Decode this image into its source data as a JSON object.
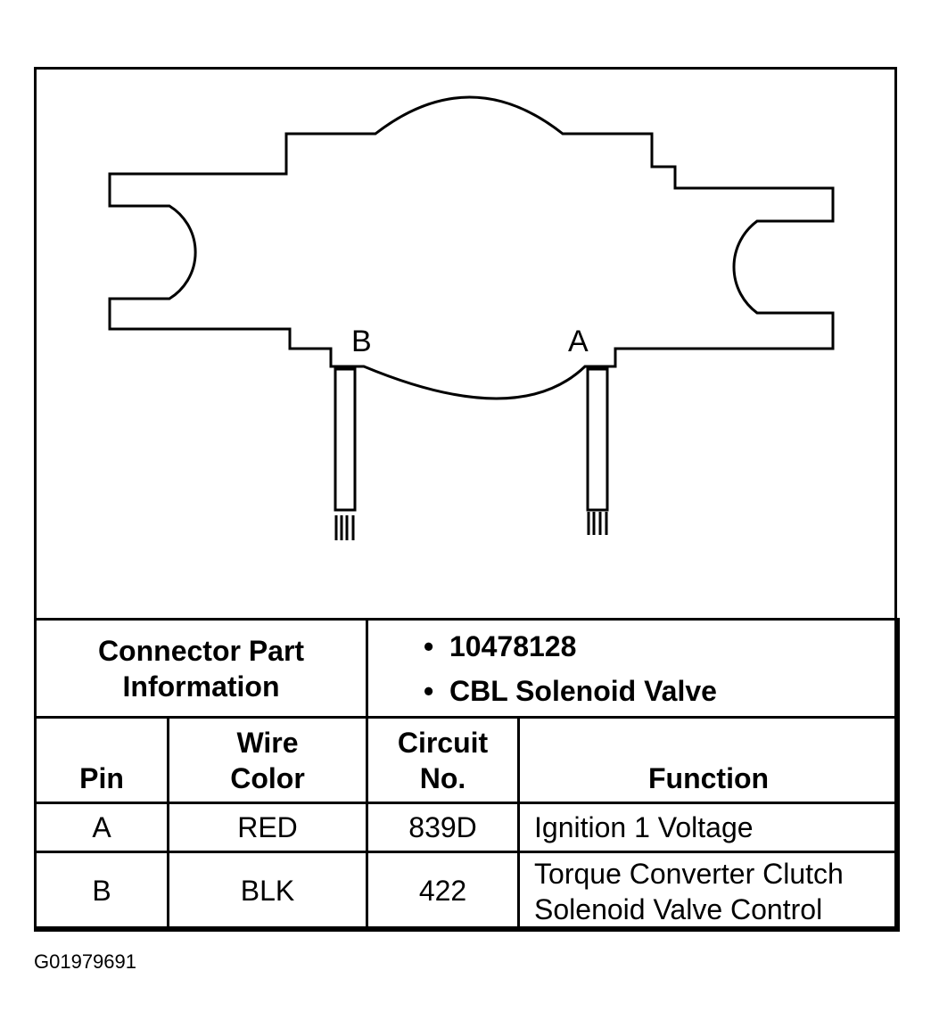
{
  "diagram": {
    "pin_b_label": "B",
    "pin_a_label": "A"
  },
  "connector_info": {
    "label_line1": "Connector Part",
    "label_line2": "Information",
    "items": [
      "10478128",
      "CBL Solenoid Valve"
    ]
  },
  "pin_table": {
    "headers": {
      "pin": "Pin",
      "wire_color_line1": "Wire",
      "wire_color_line2": "Color",
      "circuit_line1": "Circuit",
      "circuit_line2": "No.",
      "function": "Function"
    },
    "rows": [
      {
        "pin": "A",
        "wire_color": "RED",
        "circuit": "839D",
        "function_line1": "Ignition 1 Voltage",
        "function_line2": ""
      },
      {
        "pin": "B",
        "wire_color": "BLK",
        "circuit": "422",
        "function_line1": "Torque Converter Clutch",
        "function_line2": "Solenoid Valve Control"
      }
    ]
  },
  "figure_id": "G01979691"
}
